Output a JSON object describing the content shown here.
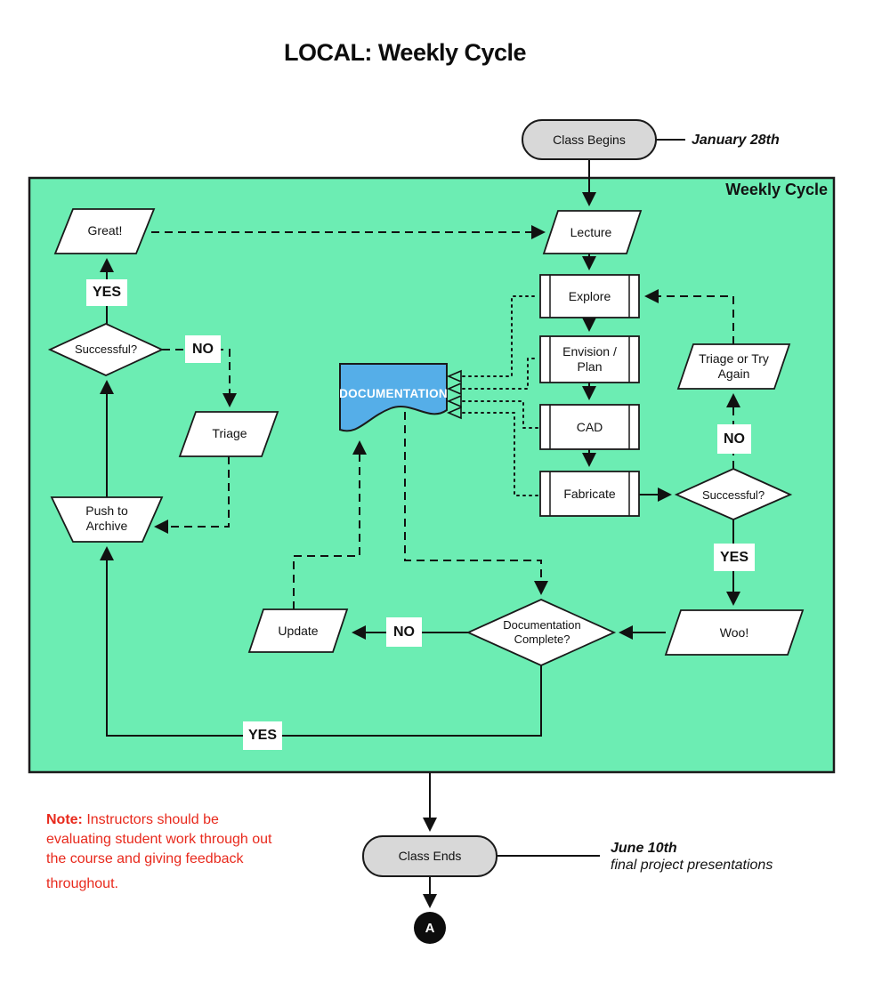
{
  "title": "LOCAL: Weekly Cycle",
  "frame": {
    "label": "Weekly Cycle"
  },
  "nodes": {
    "class_begins": "Class Begins",
    "lecture": "Lecture",
    "explore": "Explore",
    "envision_plan": "Envision / Plan",
    "cad": "CAD",
    "fabricate": "Fabricate",
    "successful_right": "Successful?",
    "triage_or_try_again": "Triage or Try Again",
    "woo": "Woo!",
    "documentation_complete": "Documentation Complete?",
    "update": "Update",
    "documentation": "DOCUMENTATION",
    "great": "Great!",
    "successful_left": "Successful?",
    "triage": "Triage",
    "push_to_archive": "Push to Archive",
    "class_ends": "Class Ends",
    "connector_a": "A"
  },
  "labels": {
    "yes_left": "YES",
    "no_left": "NO",
    "no_right": "NO",
    "yes_right": "YES",
    "no_doc": "NO",
    "yes_bottom": "YES"
  },
  "annotations": {
    "start_date": "January 28th",
    "end_date": "June 10th",
    "end_subtitle": "final project presentations"
  },
  "note": {
    "prefix": "Note:",
    "line1": " Instructors should be",
    "line2": "evaluating student work through out",
    "line3": "the course and giving feedback",
    "line4": "throughout."
  },
  "colors": {
    "frame_fill": "#6CEDB3",
    "document_fill": "#55AEE8",
    "terminator_fill": "#D8D8D8",
    "note_color": "#E8291C",
    "line_color": "#111111"
  }
}
